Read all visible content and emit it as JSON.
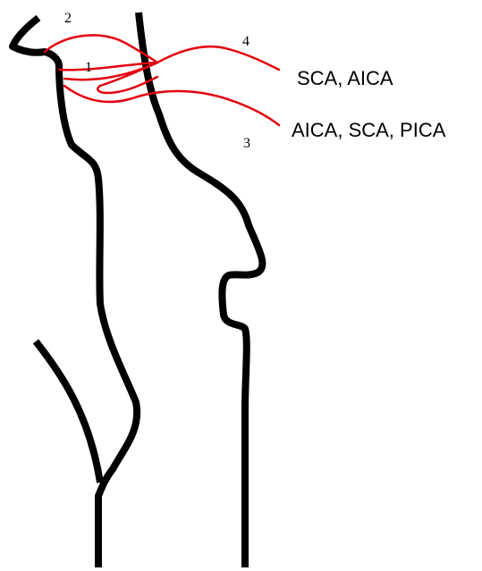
{
  "colors": {
    "outline": "#000000",
    "vessel": "#e3000f",
    "background": "#ffffff"
  },
  "markers": {
    "m1": "1",
    "m2": "2",
    "m3": "3",
    "m4": "4"
  },
  "labels": {
    "upper": "SCA, AICA",
    "lower": "AICA, SCA, PICA"
  }
}
